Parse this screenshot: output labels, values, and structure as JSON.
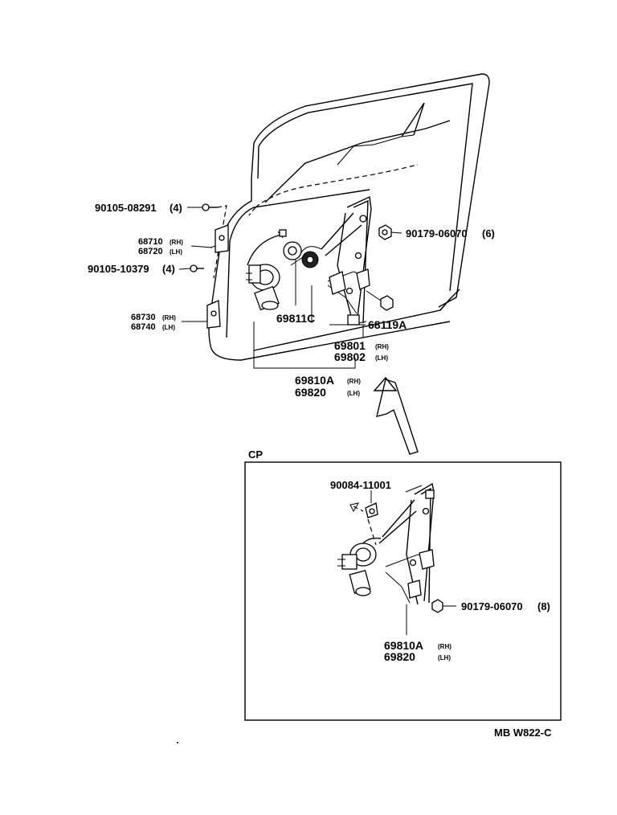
{
  "diagram": {
    "reference_code": "MB W822-C",
    "inset_title": "CP",
    "callouts": {
      "bolt_90105_08291": {
        "number": "90105-08291",
        "qty": "(4)"
      },
      "hinge_upper_rh": {
        "number": "68710",
        "side": "(RH)"
      },
      "hinge_upper_lh": {
        "number": "68720",
        "side": "(LH)"
      },
      "bolt_90105_10379": {
        "number": "90105-10379",
        "qty": "(4)"
      },
      "hinge_lower_rh": {
        "number": "68730",
        "side": "(RH)"
      },
      "hinge_lower_lh": {
        "number": "68740",
        "side": "(LH)"
      },
      "nut_90179_06070_main": {
        "number": "90179-06070",
        "qty": "(6)"
      },
      "part_69811c": {
        "number": "69811C"
      },
      "part_68119a": {
        "number": "68119A"
      },
      "regulator_rh": {
        "number": "69801",
        "side": "(RH)"
      },
      "regulator_lh": {
        "number": "69802",
        "side": "(LH)"
      },
      "assy_rh": {
        "number": "69810A",
        "side": "(RH)"
      },
      "assy_lh": {
        "number": "69820",
        "side": "(LH)"
      },
      "inset_bolt": {
        "number": "90084-11001"
      },
      "inset_nut": {
        "number": "90179-06070",
        "qty": "(8)"
      },
      "inset_assy_rh": {
        "number": "69810A",
        "side": "(RH)"
      },
      "inset_assy_lh": {
        "number": "69820",
        "side": "(LH)"
      }
    }
  }
}
